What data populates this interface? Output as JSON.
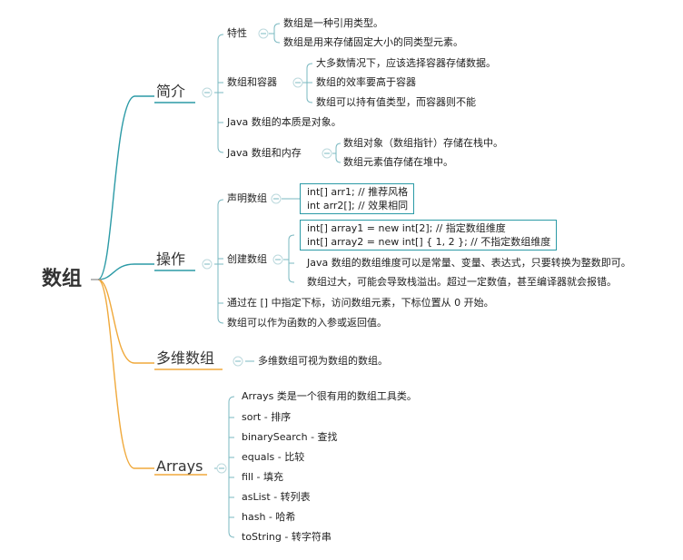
{
  "root": {
    "label": "数组"
  },
  "colors": {
    "teal": "#2b9aa6",
    "orange": "#f0a93b",
    "line": "#7ab8c0",
    "collapse": "#bcd9dd"
  },
  "jianjie": {
    "label": "简介",
    "texing": {
      "label": "特性",
      "items": [
        "数组是一种引用类型。",
        "数组是用来存储固定大小的同类型元素。"
      ]
    },
    "rongqi": {
      "label": "数组和容器",
      "items": [
        "大多数情况下，应该选择容器存储数据。",
        "数组的效率要高于容器",
        "数组可以持有值类型，而容器则不能"
      ]
    },
    "benzhi": "Java 数组的本质是对象。",
    "neicun": {
      "label": "Java 数组和内存",
      "items": [
        "数组对象（数组指针）存储在栈中。",
        "数组元素值存储在堆中。"
      ]
    }
  },
  "caozuo": {
    "label": "操作",
    "shengming": {
      "label": "声明数组",
      "code": [
        "int[] arr1; // 推荐风格",
        "int arr2[]; // 效果相同"
      ]
    },
    "chuangjian": {
      "label": "创建数组",
      "code": [
        "int[] array1 = new int[2]; // 指定数组维度",
        "int[] array2 = new int[] { 1, 2 }; // 不指定数组维度"
      ],
      "items": [
        "Java 数组的数组维度可以是常量、变量、表达式，只要转换为整数即可。",
        "数组过大，可能会导致栈溢出。超过一定数值，甚至编译器就会报错。"
      ]
    },
    "fangwen": "通过在 [] 中指定下标，访问数组元素，下标位置从 0 开始。",
    "canshu": "数组可以作为函数的入参或返回值。"
  },
  "duowei": {
    "label": "多维数组",
    "item": "多维数组可视为数组的数组。"
  },
  "arrays": {
    "label": "Arrays",
    "items": [
      "Arrays 类是一个很有用的数组工具类。",
      "sort - 排序",
      "binarySearch - 查找",
      "equals - 比较",
      "fill - 填充",
      "asList - 转列表",
      "hash - 哈希",
      "toString - 转字符串"
    ]
  }
}
